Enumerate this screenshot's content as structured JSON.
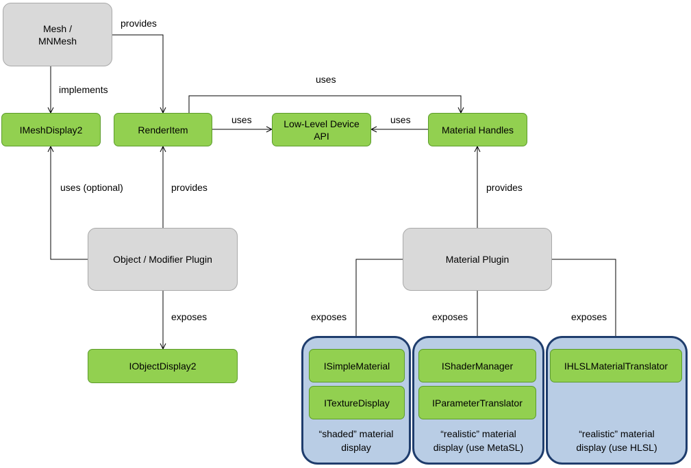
{
  "nodes": {
    "mesh": "Mesh /\nMNMesh",
    "imeshdisplay2": "IMeshDisplay2",
    "renderitem": "RenderItem",
    "lowlevel": "Low-Level Device\nAPI",
    "material_handles": "Material Handles",
    "object_plugin": "Object / Modifier Plugin",
    "material_plugin": "Material Plugin",
    "iobjectdisplay2": "IObjectDisplay2",
    "isimplematerial": "ISimpleMaterial",
    "itexturedisplay": "ITextureDisplay",
    "ishadermanager": "IShaderManager",
    "iparametertranslator": "IParameterTranslator",
    "ihlsl": "IHLSLMaterialTranslator"
  },
  "groups": {
    "shaded_caption": "“shaded” material\ndisplay",
    "metasl_caption": "“realistic” material\ndisplay (use MetaSL)",
    "hlsl_caption": "“realistic” material\ndisplay (use HLSL)"
  },
  "edge_labels": {
    "mesh_provides": "provides",
    "mesh_implements": "implements",
    "renderitem_uses_material": "uses",
    "renderitem_uses_lowlevel": "uses",
    "material_uses_lowlevel": "uses",
    "object_uses_optional": "uses (optional)",
    "object_provides": "provides",
    "material_provides": "provides",
    "object_exposes": "exposes",
    "material_exposes_simple": "exposes",
    "material_exposes_metasl": "exposes",
    "material_exposes_hlsl": "exposes"
  },
  "colors": {
    "green_fill": "#92d050",
    "gray_fill": "#d9d9d9",
    "group_fill": "#b9cde5",
    "group_border": "#1f3d6d"
  }
}
